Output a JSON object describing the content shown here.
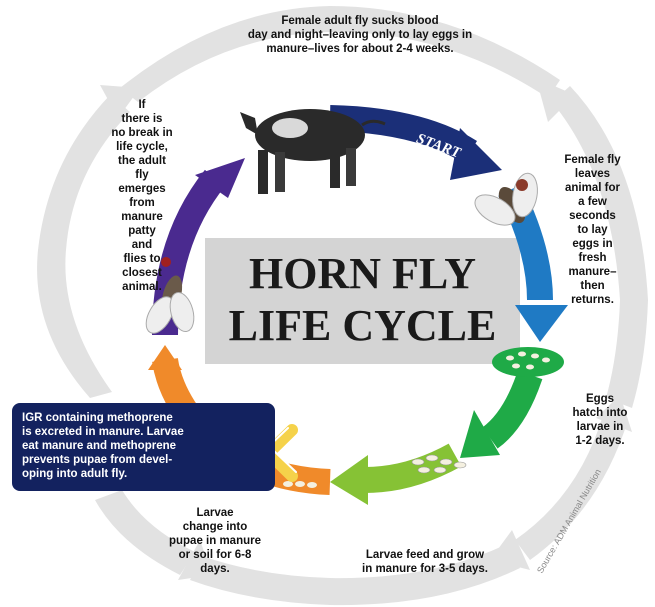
{
  "title": {
    "line1": "HORN FLY",
    "line2": "LIFE CYCLE"
  },
  "start_label": "START",
  "stages": {
    "top": "Female adult fly sucks blood\nday and night–leaving only to lay eggs in\nmanure–lives for about 2-4 weeks.",
    "right_upper": "Female fly\nleaves\nanimal for\na few\nseconds\nto lay\neggs in\nfresh\nmanure–\nthen\nreturns.",
    "right_lower": "Eggs\nhatch into\nlarvae in\n1-2 days.",
    "bottom_right": "Larvae feed and grow\nin manure for 3-5 days.",
    "bottom_left": "Larvae\nchange into\npupae in manure\nor soil for 6-8\ndays.",
    "left": "If\nthere is\nno break in\nlife cycle,\nthe adult\nfly\nemerges\nfrom\nmanure\npatty\nand\nflies to\nclosest\nanimal."
  },
  "igr_note": "IGR containing methoprene\nis excreted in manure. Larvae\neat manure and methoprene\nprevents pupae from devel-\noping into adult fly.",
  "source": "Source: ADM Animal Nutrition",
  "colors": {
    "outer_ring": "#e2e2e2",
    "center_panel": "#d4d4d4",
    "arrow_navy": "#1b2f78",
    "arrow_blue": "#1f7ac4",
    "arrow_green": "#1faa47",
    "arrow_lime": "#86c235",
    "arrow_orange": "#f08a2a",
    "arrow_purple": "#4a2a8f",
    "igr_box": "#13225f",
    "cross_mark": "#f5d24a"
  },
  "icons": [
    "cow-icon",
    "fly-icon",
    "egg-cluster-icon",
    "larvae-cluster-icon",
    "pupae-icon",
    "cross-out-mark-icon"
  ]
}
